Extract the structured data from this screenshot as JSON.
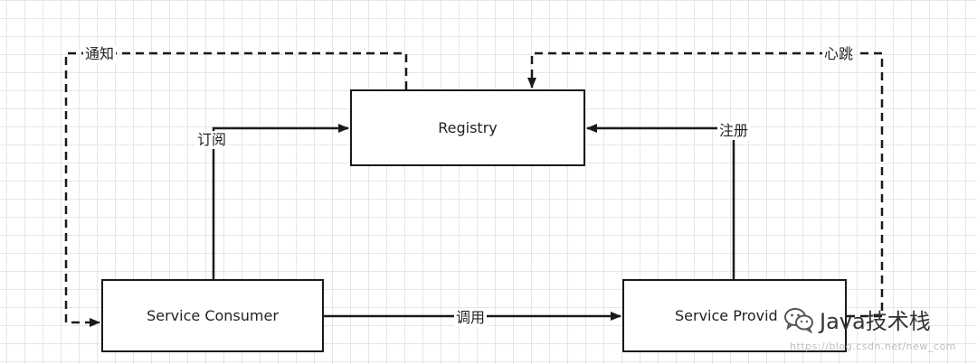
{
  "nodes": {
    "registry": "Registry",
    "consumer": "Service Consumer",
    "provider": "Service Provid"
  },
  "edges": {
    "notify": "通知",
    "subscribe": "订阅",
    "register": "注册",
    "heartbeat": "心跳",
    "invoke": "调用"
  },
  "watermark": {
    "brand": "Java技术栈",
    "url": "https://blog.csdn.net/new_com",
    "logo_icon": "wechat-icon"
  },
  "colors": {
    "line": "#1a1a1a",
    "grid": "#e6e6e6"
  }
}
